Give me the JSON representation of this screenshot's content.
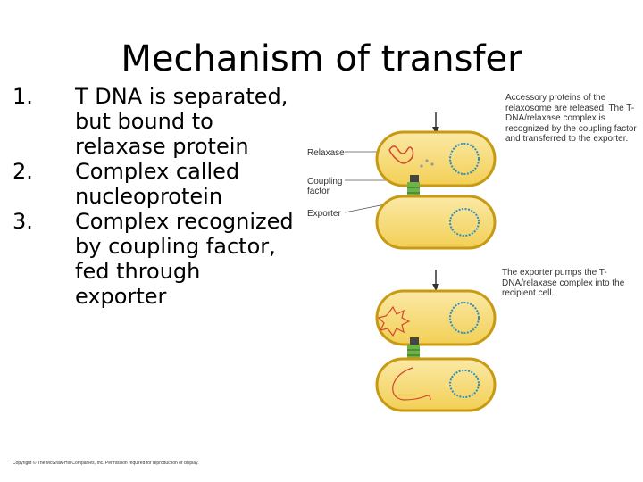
{
  "title": "Mechanism of transfer",
  "list": [
    {
      "num": "1.",
      "text": "T DNA is separated, but bound to relaxase protein"
    },
    {
      "num": "2.",
      "text": "Complex called nucleoprotein"
    },
    {
      "num": "3.",
      "text": "Complex recognized by coupling factor, fed through exporter"
    }
  ],
  "figure": {
    "caption_top": "Accessory proteins of the relaxosome are released. The T-DNA/relaxase complex is recognized by the coupling factor and transferred to the exporter.",
    "caption_bottom": "The exporter pumps the T-DNA/relaxase complex into the recipient cell.",
    "label_relaxase": "Relaxase",
    "label_coupling": "Coupling factor",
    "label_exporter": "Exporter"
  },
  "copyright": "Copyright © The McGraw-Hill Companies, Inc. Permission required for reproduction or display."
}
